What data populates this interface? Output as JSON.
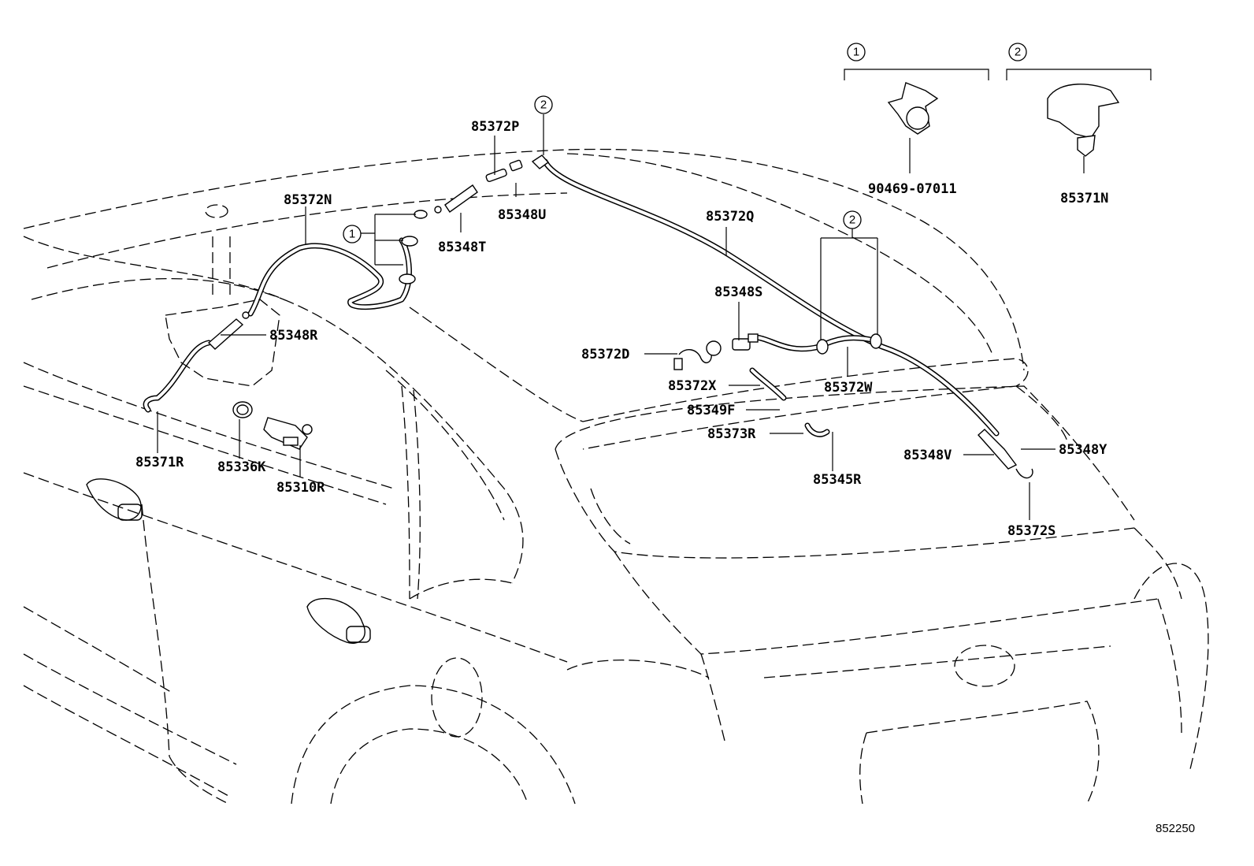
{
  "diagram_id": "852250",
  "legend": {
    "ref1": {
      "marker": "1",
      "part_number": "90469-07011"
    },
    "ref2": {
      "marker": "2",
      "part_number": "85371N"
    }
  },
  "callout_markers": [
    "1",
    "2",
    "2"
  ],
  "part_labels": {
    "p85372P": "85372P",
    "p85372N": "85372N",
    "p85348U": "85348U",
    "p85348T": "85348T",
    "p85372Q": "85372Q",
    "p85348S": "85348S",
    "p85348R": "85348R",
    "p85372D": "85372D",
    "p85372X": "85372X",
    "p85372W": "85372W",
    "p85349F": "85349F",
    "p85373R": "85373R",
    "p85348V": "85348V",
    "p85348Y": "85348Y",
    "p85345R": "85345R",
    "p85372S": "85372S",
    "p85371R": "85371R",
    "p85336K": "85336K",
    "p85310R": "85310R"
  }
}
